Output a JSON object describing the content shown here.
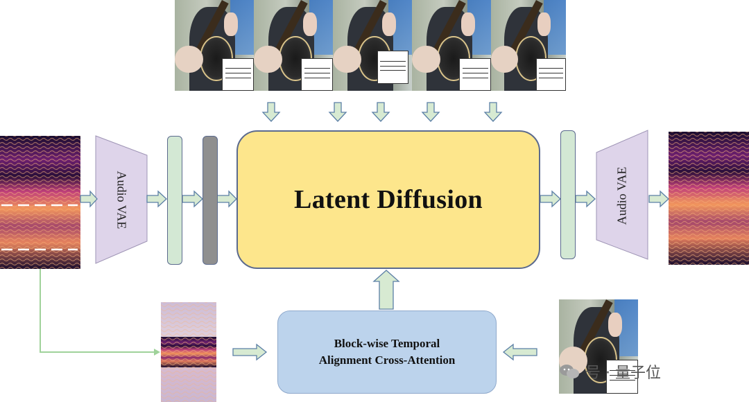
{
  "diagram": {
    "latent_diffusion_label": "Latent Diffusion",
    "cross_attention_label_line1": "Block-wise Temporal",
    "cross_attention_label_line2": "Alignment Cross-Attention",
    "encoder_label": "Audio VAE",
    "decoder_label": "Audio VAE"
  },
  "watermark": {
    "text": "号 · 量子位"
  },
  "colors": {
    "latent_box_fill": "#fde68c",
    "attention_box_fill": "#bcd3ec",
    "latent_bar_fill": "#d3e8d4",
    "noise_bar_fill": "#8f8f8f",
    "vae_fill": "#ded4ea",
    "arrow_fill": "#d7ead2",
    "arrow_stroke": "#5b7fa6",
    "skip_line": "#9fd29a"
  },
  "icons": {
    "flow_arrow": "block-arrow-icon",
    "watermark_logo": "wechat-icon"
  }
}
